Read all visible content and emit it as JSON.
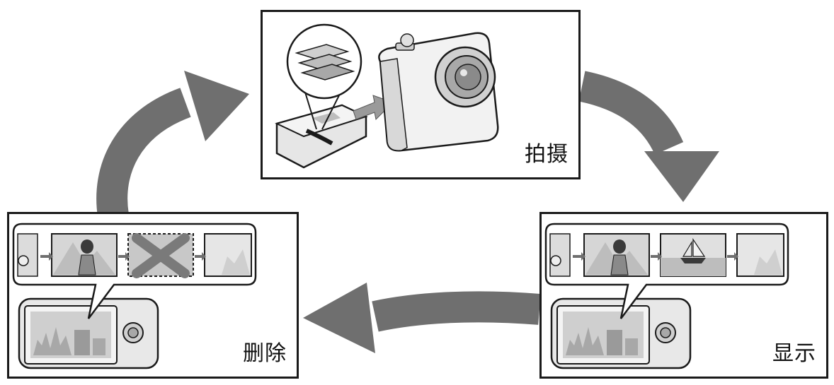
{
  "diagram": {
    "panels": [
      {
        "id": "shoot",
        "label": "拍摄"
      },
      {
        "id": "display",
        "label": "显示"
      },
      {
        "id": "delete",
        "label": "删除"
      }
    ],
    "colors": {
      "arrow": "#6f6f6f",
      "outline": "#1a1a1a",
      "light_gray": "#e6e6e6",
      "mid_gray": "#bdbdbd",
      "dark_gray": "#8a8a8a"
    },
    "icons": [
      "camera-icon",
      "memory-card-icon",
      "image-file-icon",
      "film-strip-icon",
      "delete-x-icon",
      "camera-back-lcd-icon"
    ]
  }
}
